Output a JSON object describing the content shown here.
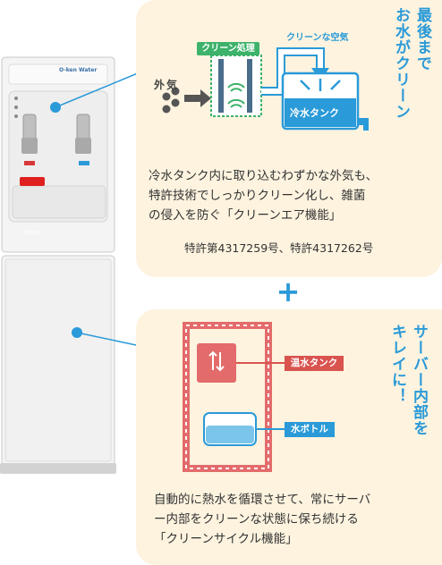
{
  "dispenser": {
    "brand": "O-ken Water",
    "hot_label": "熱湯注意"
  },
  "panel_top": {
    "headline": "最後まで\nお水がクリーン",
    "outside_air": "外気",
    "clean_process": "クリーン処理",
    "clean_air": "クリーンな空気",
    "cold_tank": "冷水タンク",
    "description": "冷水タンク内に取り込むわずかな外気も、\n特許技術でしっかりクリーン化し、雑菌\nの侵入を防ぐ「クリーンエア機能」",
    "patent": "特許第4317259号、特許4317262号"
  },
  "plus_sign": "+",
  "panel_bottom": {
    "headline": "サーバー内部を\nキレイに！",
    "hot_tank": "温水タンク",
    "water_bottle": "水ボトル",
    "description": "自動的に熱水を循環させて、常にサーバ\nー内部をクリーンな状態に保ち続ける\n「クリーンサイクル機能」"
  },
  "colors": {
    "panel_bg": "#fdf3df",
    "accent_blue": "#2a9ad8",
    "green": "#3db26a",
    "red": "#d9534f",
    "text": "#333333"
  }
}
